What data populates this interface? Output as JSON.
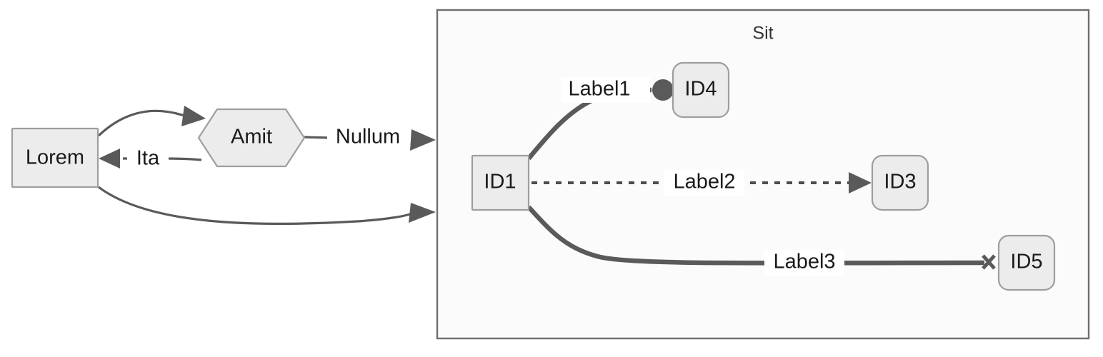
{
  "diagram": {
    "type": "flowchart",
    "direction": "left-to-right",
    "background": "#ffffff",
    "node_fill": "#ececec",
    "node_stroke": "#9e9e9e",
    "edge_color": "#5a5a5a",
    "cluster_fill": "#fbfbfb",
    "cluster_stroke": "#6f6f6f",
    "text_color": "#1a1a1a"
  },
  "cluster": {
    "title": "Sit"
  },
  "nodes": {
    "lorem": {
      "label": "Lorem",
      "shape": "rectangle"
    },
    "amit": {
      "label": "Amit",
      "shape": "hexagon"
    },
    "id1": {
      "label": "ID1",
      "shape": "square"
    },
    "id3": {
      "label": "ID3",
      "shape": "rounded-rectangle"
    },
    "id4": {
      "label": "ID4",
      "shape": "rounded-rectangle"
    },
    "id5": {
      "label": "ID5",
      "shape": "rounded-rectangle"
    }
  },
  "edges": [
    {
      "id": "lorem-amit",
      "from": "Lorem",
      "to": "Amit",
      "label": "",
      "style": "solid",
      "marker": "arrow"
    },
    {
      "id": "amit-lorem",
      "from": "Amit",
      "to": "Lorem",
      "label": "Ita",
      "style": "solid",
      "marker": "arrow"
    },
    {
      "id": "amit-sit",
      "from": "Amit",
      "to": "Sit",
      "label": "Nullum",
      "style": "solid",
      "marker": "arrow"
    },
    {
      "id": "lorem-sit",
      "from": "Lorem",
      "to": "Sit",
      "label": "",
      "style": "solid",
      "marker": "arrow"
    },
    {
      "id": "id1-id4",
      "from": "ID1",
      "to": "ID4",
      "label": "Label1",
      "style": "thick",
      "marker": "circle"
    },
    {
      "id": "id1-id3",
      "from": "ID1",
      "to": "ID3",
      "label": "Label2",
      "style": "dotted",
      "marker": "arrow"
    },
    {
      "id": "id1-id5",
      "from": "ID1",
      "to": "ID5",
      "label": "Label3",
      "style": "thick",
      "marker": "cross"
    }
  ]
}
